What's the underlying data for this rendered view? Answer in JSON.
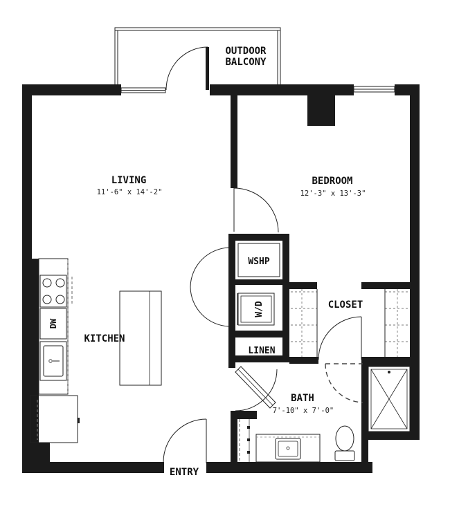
{
  "rooms": {
    "balcony": {
      "line1": "OUTDOOR",
      "line2": "BALCONY"
    },
    "living": {
      "name": "LIVING",
      "dims": "11'-6\" x 14'-2\""
    },
    "bedroom": {
      "name": "BEDROOM",
      "dims": "12'-3\" x 13'-3\""
    },
    "wshp": {
      "name": "WSHP"
    },
    "wd": {
      "name": "W/D"
    },
    "closet": {
      "name": "CLOSET"
    },
    "kitchen": {
      "name": "KITCHEN"
    },
    "dw": {
      "name": "DW"
    },
    "linen": {
      "name": "LINEN"
    },
    "bath": {
      "name": "BATH",
      "dims": "7'-10\" x 7'-0\""
    },
    "entry": {
      "name": "ENTRY"
    }
  }
}
